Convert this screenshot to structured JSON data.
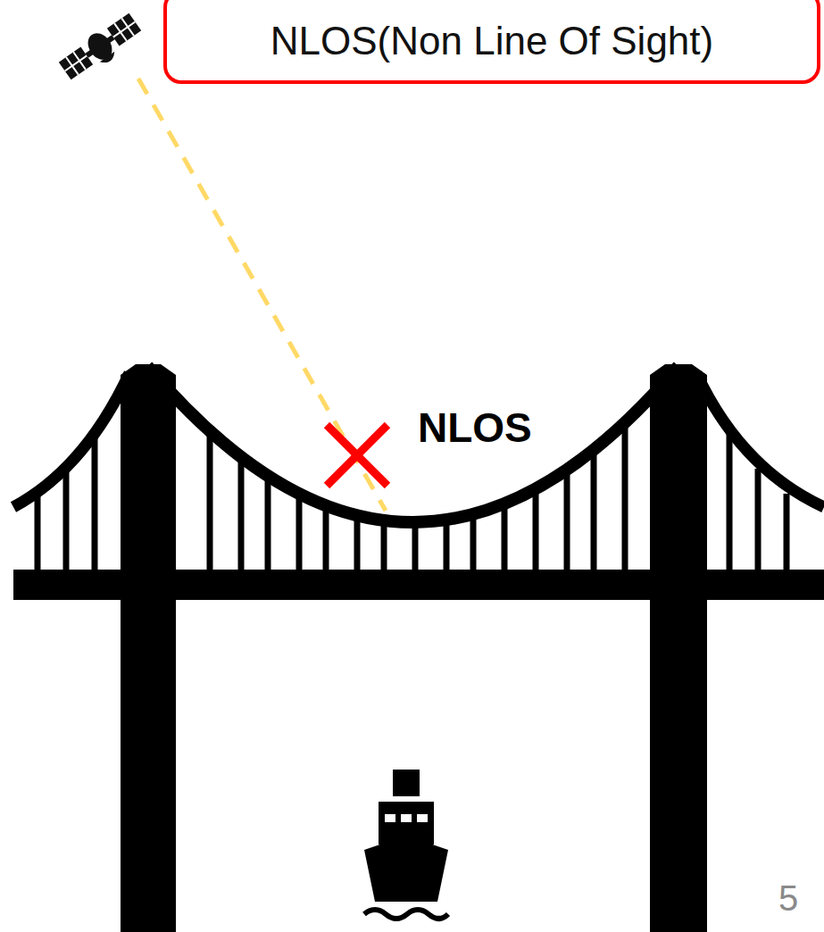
{
  "diagram": {
    "nodes": [
      {
        "text": [
          "NLOS(Non Line Of Sight)"
        ]
      }
    ],
    "labels": [
      "NLOS",
      "5"
    ]
  }
}
